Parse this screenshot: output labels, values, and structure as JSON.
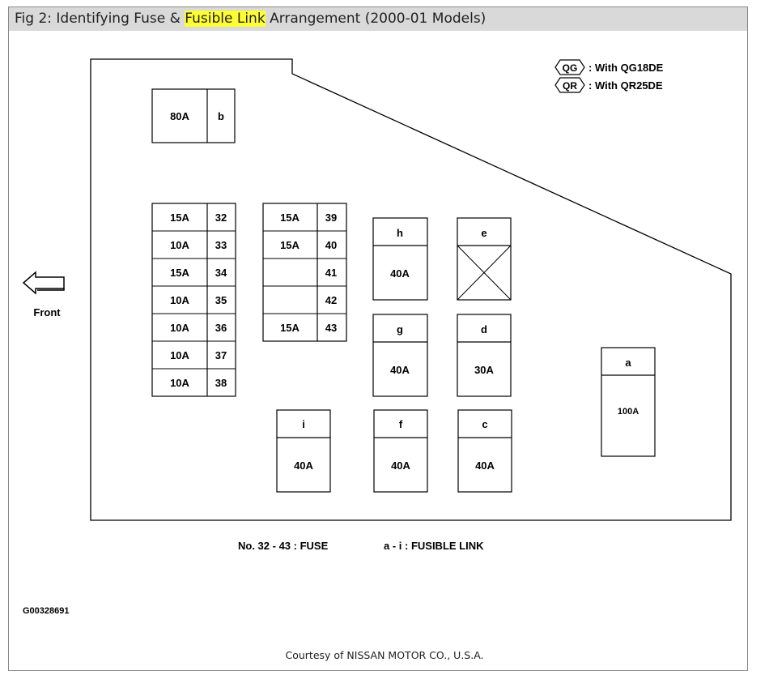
{
  "title": {
    "prefix": "Fig 2: Identifying Fuse & ",
    "highlight": "Fusible Link",
    "suffix": " Arrangement (2000-01 Models)"
  },
  "legend": [
    {
      "code": "QG",
      "text": ": With QG18DE"
    },
    {
      "code": "QR",
      "text": ": With QR25DE"
    }
  ],
  "front_label": "Front",
  "fusible_link_80": {
    "rating": "80A",
    "id": "b"
  },
  "fuse_column_1": [
    {
      "rating": "15A",
      "no": "32"
    },
    {
      "rating": "10A",
      "no": "33"
    },
    {
      "rating": "15A",
      "no": "34"
    },
    {
      "rating": "10A",
      "no": "35"
    },
    {
      "rating": "10A",
      "no": "36"
    },
    {
      "rating": "10A",
      "no": "37"
    },
    {
      "rating": "10A",
      "no": "38"
    }
  ],
  "fuse_column_2": [
    {
      "rating": "15A",
      "no": "39"
    },
    {
      "rating": "15A",
      "no": "40"
    },
    {
      "rating": "",
      "no": "41"
    },
    {
      "rating": "",
      "no": "42"
    },
    {
      "rating": "15A",
      "no": "43"
    }
  ],
  "fusible_links": {
    "h": {
      "id": "h",
      "rating": "40A"
    },
    "e": {
      "id": "e",
      "rating": ""
    },
    "g": {
      "id": "g",
      "rating": "40A"
    },
    "d": {
      "id": "d",
      "rating": "30A"
    },
    "a": {
      "id": "a",
      "rating": "100A"
    },
    "i": {
      "id": "i",
      "rating": "40A"
    },
    "f": {
      "id": "f",
      "rating": "40A"
    },
    "c": {
      "id": "c",
      "rating": "40A"
    }
  },
  "caption_fuse": "No. 32 - 43 : FUSE",
  "caption_link": "a - i : FUSIBLE LINK",
  "figure_code": "G00328691",
  "courtesy": "Courtesy of NISSAN MOTOR CO., U.S.A."
}
